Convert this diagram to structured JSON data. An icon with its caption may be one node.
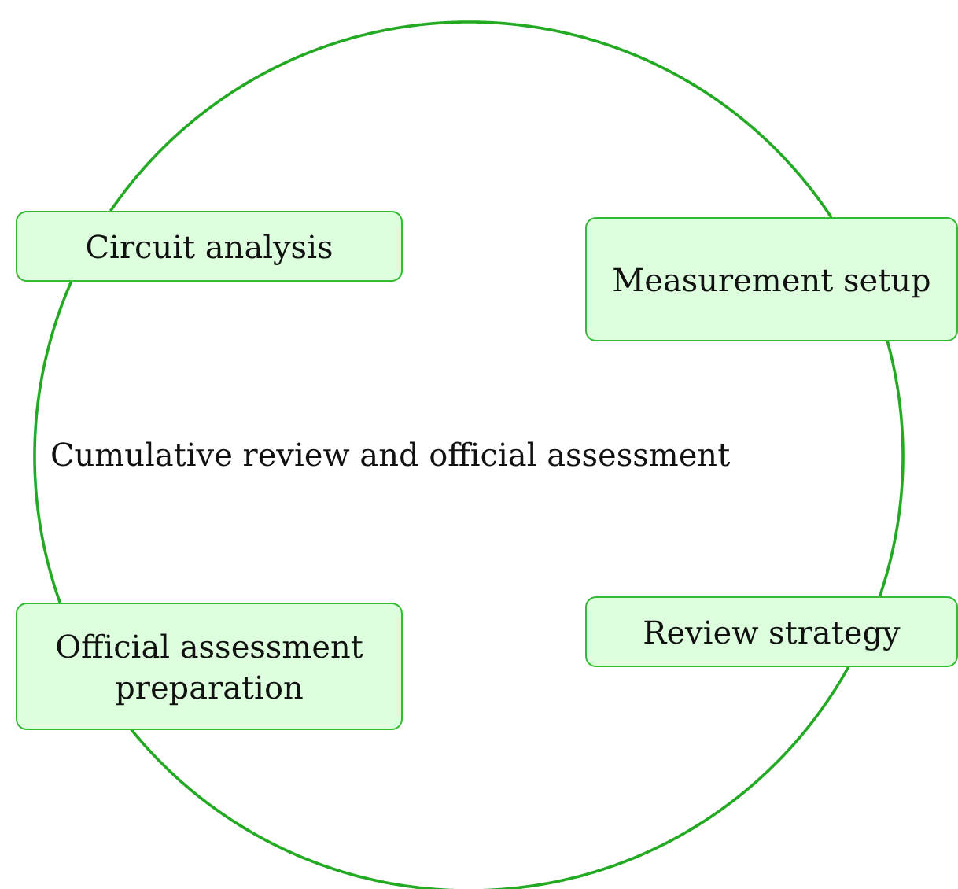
{
  "diagram": {
    "nodes": [
      {
        "text": [
          "Circuit analysis"
        ]
      },
      {
        "text": [
          "Measurement setup"
        ]
      },
      {
        "text": [
          "Review strategy"
        ]
      },
      {
        "text": [
          "Official assessment preparation"
        ]
      }
    ],
    "edges": [
      {
        "from": 0,
        "to": 1,
        "arrow": "none"
      },
      {
        "from": 1,
        "to": 2,
        "arrow": "none"
      },
      {
        "from": 2,
        "to": 3,
        "arrow": "none"
      },
      {
        "from": 3,
        "to": 0,
        "arrow": "none"
      }
    ],
    "labels": [
      "Cumulative review and official assessment"
    ]
  }
}
